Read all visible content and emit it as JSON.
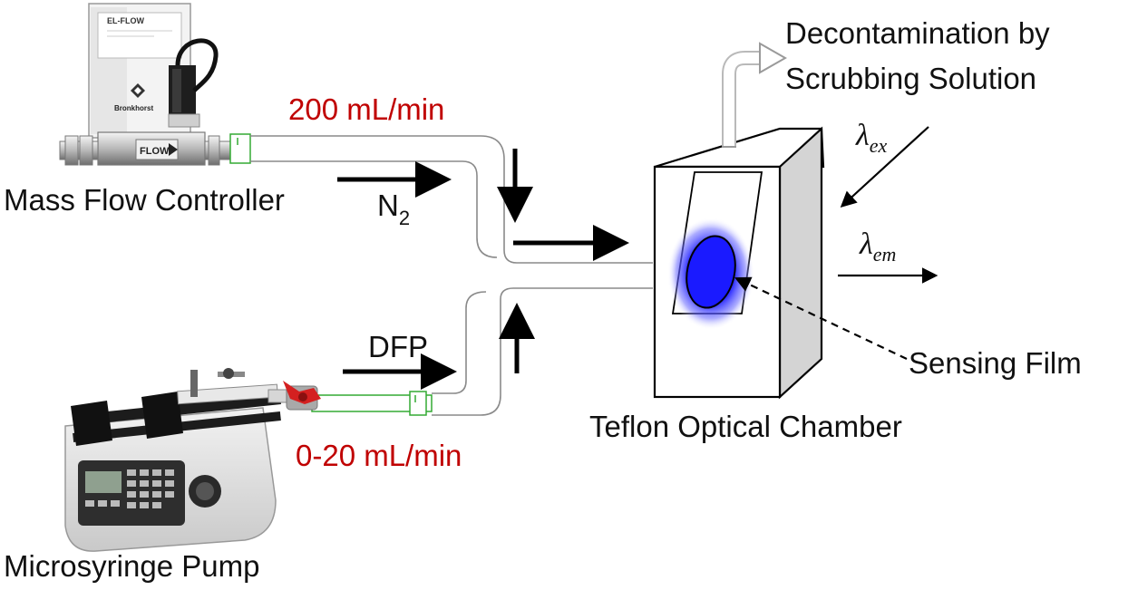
{
  "labels": {
    "mfc": "Mass Flow Controller",
    "pump": "Microsyringe Pump",
    "chamber": "Teflon Optical Chamber",
    "film": "Sensing Film",
    "decon_line1": "Decontamination by",
    "decon_line2": "Scrubbing Solution",
    "n2_main": "N",
    "n2_sub": "2",
    "dfp": "DFP",
    "flow_n2": "200 mL/min",
    "flow_dfp": "0-20 mL/min",
    "ex_main": "λ",
    "ex_sub": "ex",
    "em_main": "λ",
    "em_sub": "em"
  },
  "device_text": {
    "mfc_brand": "EL-FLOW",
    "mfc_maker": "Bronkhorst",
    "mfc_flow": "FLOW"
  },
  "colors": {
    "flow_rate_text": "#c00000",
    "fluorescence": "#1a1aff",
    "fitting": "#33aa33",
    "valve": "#d42020",
    "outlet_tube": "#c8c8c8"
  },
  "icons": {
    "mfc": "mass-flow-controller-icon",
    "pump": "syringe-pump-icon",
    "valve": "valve-icon"
  }
}
